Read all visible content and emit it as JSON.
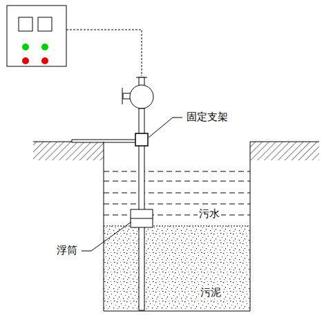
{
  "diagram": {
    "labels": [
      "固定支架",
      "污水",
      "浮筒",
      "污泥"
    ]
  }
}
